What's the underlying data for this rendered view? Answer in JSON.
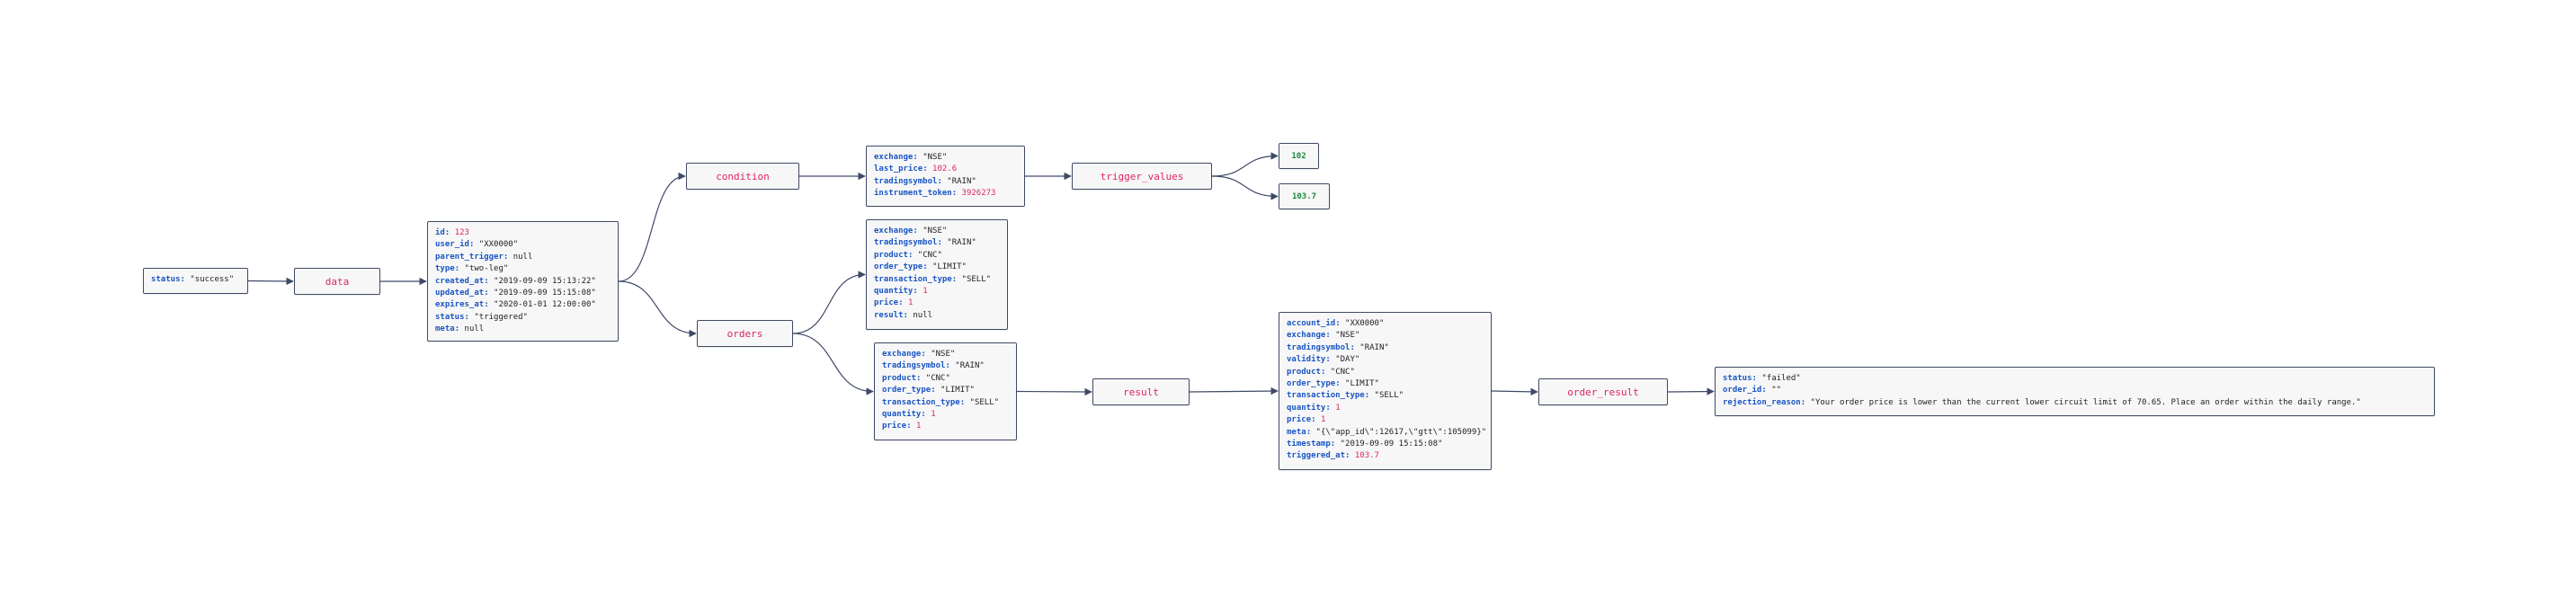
{
  "nodes": {
    "root": {
      "type": "object",
      "rows": [
        {
          "key": "status",
          "value": "\"success\"",
          "kind": "str"
        }
      ]
    },
    "data": {
      "type": "label",
      "label": "data"
    },
    "data_obj": {
      "type": "object",
      "rows": [
        {
          "key": "id",
          "value": "123",
          "kind": "num"
        },
        {
          "key": "user_id",
          "value": "\"XX0000\"",
          "kind": "str"
        },
        {
          "key": "parent_trigger",
          "value": "null",
          "kind": "nul"
        },
        {
          "key": "type",
          "value": "\"two-leg\"",
          "kind": "str"
        },
        {
          "key": "created_at",
          "value": "\"2019-09-09 15:13:22\"",
          "kind": "str"
        },
        {
          "key": "updated_at",
          "value": "\"2019-09-09 15:15:08\"",
          "kind": "str"
        },
        {
          "key": "expires_at",
          "value": "\"2020-01-01 12:00:00\"",
          "kind": "str"
        },
        {
          "key": "status",
          "value": "\"triggered\"",
          "kind": "str"
        },
        {
          "key": "meta",
          "value": "null",
          "kind": "nul"
        }
      ]
    },
    "condition": {
      "type": "label",
      "label": "condition"
    },
    "condition_obj": {
      "type": "object",
      "rows": [
        {
          "key": "exchange",
          "value": "\"NSE\"",
          "kind": "str"
        },
        {
          "key": "last_price",
          "value": "102.6",
          "kind": "num"
        },
        {
          "key": "tradingsymbol",
          "value": "\"RAIN\"",
          "kind": "str"
        },
        {
          "key": "instrument_token",
          "value": "3926273",
          "kind": "num"
        }
      ]
    },
    "trigger_values": {
      "type": "label",
      "label": "trigger_values"
    },
    "tv0": {
      "type": "leaf",
      "value": "102"
    },
    "tv1": {
      "type": "leaf",
      "value": "103.7"
    },
    "orders": {
      "type": "label",
      "label": "orders"
    },
    "order0": {
      "type": "object",
      "rows": [
        {
          "key": "exchange",
          "value": "\"NSE\"",
          "kind": "str"
        },
        {
          "key": "tradingsymbol",
          "value": "\"RAIN\"",
          "kind": "str"
        },
        {
          "key": "product",
          "value": "\"CNC\"",
          "kind": "str"
        },
        {
          "key": "order_type",
          "value": "\"LIMIT\"",
          "kind": "str"
        },
        {
          "key": "transaction_type",
          "value": "\"SELL\"",
          "kind": "str"
        },
        {
          "key": "quantity",
          "value": "1",
          "kind": "num"
        },
        {
          "key": "price",
          "value": "1",
          "kind": "num"
        },
        {
          "key": "result",
          "value": "null",
          "kind": "nul"
        }
      ]
    },
    "order1": {
      "type": "object",
      "rows": [
        {
          "key": "exchange",
          "value": "\"NSE\"",
          "kind": "str"
        },
        {
          "key": "tradingsymbol",
          "value": "\"RAIN\"",
          "kind": "str"
        },
        {
          "key": "product",
          "value": "\"CNC\"",
          "kind": "str"
        },
        {
          "key": "order_type",
          "value": "\"LIMIT\"",
          "kind": "str"
        },
        {
          "key": "transaction_type",
          "value": "\"SELL\"",
          "kind": "str"
        },
        {
          "key": "quantity",
          "value": "1",
          "kind": "num"
        },
        {
          "key": "price",
          "value": "1",
          "kind": "num"
        }
      ]
    },
    "result": {
      "type": "label",
      "label": "result"
    },
    "result_obj": {
      "type": "object",
      "rows": [
        {
          "key": "account_id",
          "value": "\"XX0000\"",
          "kind": "str"
        },
        {
          "key": "exchange",
          "value": "\"NSE\"",
          "kind": "str"
        },
        {
          "key": "tradingsymbol",
          "value": "\"RAIN\"",
          "kind": "str"
        },
        {
          "key": "validity",
          "value": "\"DAY\"",
          "kind": "str"
        },
        {
          "key": "product",
          "value": "\"CNC\"",
          "kind": "str"
        },
        {
          "key": "order_type",
          "value": "\"LIMIT\"",
          "kind": "str"
        },
        {
          "key": "transaction_type",
          "value": "\"SELL\"",
          "kind": "str"
        },
        {
          "key": "quantity",
          "value": "1",
          "kind": "num"
        },
        {
          "key": "price",
          "value": "1",
          "kind": "num"
        },
        {
          "key": "meta",
          "value": "\"{\\\"app_id\\\":12617,\\\"gtt\\\":105099}\"",
          "kind": "str"
        },
        {
          "key": "timestamp",
          "value": "\"2019-09-09 15:15:08\"",
          "kind": "str"
        },
        {
          "key": "triggered_at",
          "value": "103.7",
          "kind": "num"
        }
      ]
    },
    "order_result": {
      "type": "label",
      "label": "order_result"
    },
    "order_result_obj": {
      "type": "object",
      "rows": [
        {
          "key": "status",
          "value": "\"failed\"",
          "kind": "str"
        },
        {
          "key": "order_id",
          "value": "\"\"",
          "kind": "str"
        },
        {
          "key": "rejection_reason",
          "value": "\"Your order price is lower than the current lower circuit limit of 70.65. Place an order within the daily range.\"",
          "kind": "str"
        }
      ]
    }
  },
  "edges": [
    [
      "root",
      "data"
    ],
    [
      "data",
      "data_obj"
    ],
    [
      "data_obj",
      "condition"
    ],
    [
      "data_obj",
      "orders"
    ],
    [
      "condition",
      "condition_obj"
    ],
    [
      "condition_obj",
      "trigger_values"
    ],
    [
      "trigger_values",
      "tv0"
    ],
    [
      "trigger_values",
      "tv1"
    ],
    [
      "orders",
      "order0"
    ],
    [
      "orders",
      "order1"
    ],
    [
      "order1",
      "result"
    ],
    [
      "result",
      "result_obj"
    ],
    [
      "result_obj",
      "order_result"
    ],
    [
      "order_result",
      "order_result_obj"
    ]
  ],
  "colors": {
    "key": "#1a56c4",
    "number": "#e0245e",
    "string": "#222222",
    "leaf": "#1e8a3c",
    "edge": "#3f4a66"
  }
}
